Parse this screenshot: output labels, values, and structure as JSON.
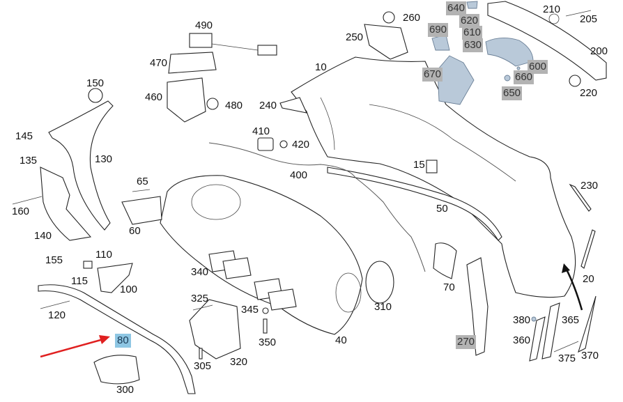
{
  "diagram": {
    "title": "Rear bumper exploded parts view",
    "highlight_color": "#8ec6e3",
    "grey_label_color": "#b3b3b3",
    "arrow_color": "#e02020",
    "selected_part": "80",
    "labels": [
      {
        "id": "10",
        "text": "10",
        "style": "plain"
      },
      {
        "id": "15",
        "text": "15",
        "style": "plain"
      },
      {
        "id": "20",
        "text": "20",
        "style": "plain"
      },
      {
        "id": "40",
        "text": "40",
        "style": "plain"
      },
      {
        "id": "50",
        "text": "50",
        "style": "plain"
      },
      {
        "id": "60",
        "text": "60",
        "style": "plain"
      },
      {
        "id": "65",
        "text": "65",
        "style": "plain"
      },
      {
        "id": "70",
        "text": "70",
        "style": "plain"
      },
      {
        "id": "80",
        "text": "80",
        "style": "selected"
      },
      {
        "id": "100",
        "text": "100",
        "style": "plain"
      },
      {
        "id": "110",
        "text": "110",
        "style": "plain"
      },
      {
        "id": "115",
        "text": "115",
        "style": "plain"
      },
      {
        "id": "120",
        "text": "120",
        "style": "plain"
      },
      {
        "id": "130",
        "text": "130",
        "style": "plain"
      },
      {
        "id": "135",
        "text": "135",
        "style": "plain"
      },
      {
        "id": "140",
        "text": "140",
        "style": "plain"
      },
      {
        "id": "145",
        "text": "145",
        "style": "plain"
      },
      {
        "id": "150",
        "text": "150",
        "style": "plain"
      },
      {
        "id": "155",
        "text": "155",
        "style": "plain"
      },
      {
        "id": "160",
        "text": "160",
        "style": "plain"
      },
      {
        "id": "200",
        "text": "200",
        "style": "plain"
      },
      {
        "id": "205",
        "text": "205",
        "style": "plain"
      },
      {
        "id": "210",
        "text": "210",
        "style": "plain"
      },
      {
        "id": "220",
        "text": "220",
        "style": "plain"
      },
      {
        "id": "230",
        "text": "230",
        "style": "plain"
      },
      {
        "id": "240",
        "text": "240",
        "style": "plain"
      },
      {
        "id": "250",
        "text": "250",
        "style": "plain"
      },
      {
        "id": "260",
        "text": "260",
        "style": "plain"
      },
      {
        "id": "270",
        "text": "270",
        "style": "grey"
      },
      {
        "id": "300",
        "text": "300",
        "style": "plain"
      },
      {
        "id": "305",
        "text": "305",
        "style": "plain"
      },
      {
        "id": "310",
        "text": "310",
        "style": "plain"
      },
      {
        "id": "320",
        "text": "320",
        "style": "plain"
      },
      {
        "id": "325",
        "text": "325",
        "style": "plain"
      },
      {
        "id": "340",
        "text": "340",
        "style": "plain"
      },
      {
        "id": "345",
        "text": "345",
        "style": "plain"
      },
      {
        "id": "350",
        "text": "350",
        "style": "plain"
      },
      {
        "id": "360",
        "text": "360",
        "style": "plain"
      },
      {
        "id": "365",
        "text": "365",
        "style": "plain"
      },
      {
        "id": "370",
        "text": "370",
        "style": "plain"
      },
      {
        "id": "375",
        "text": "375",
        "style": "plain"
      },
      {
        "id": "380",
        "text": "380",
        "style": "plain"
      },
      {
        "id": "400",
        "text": "400",
        "style": "plain"
      },
      {
        "id": "410",
        "text": "410",
        "style": "plain"
      },
      {
        "id": "420",
        "text": "420",
        "style": "plain"
      },
      {
        "id": "460",
        "text": "460",
        "style": "plain"
      },
      {
        "id": "470",
        "text": "470",
        "style": "plain"
      },
      {
        "id": "480",
        "text": "480",
        "style": "plain"
      },
      {
        "id": "490",
        "text": "490",
        "style": "plain"
      },
      {
        "id": "600",
        "text": "600",
        "style": "grey"
      },
      {
        "id": "610",
        "text": "610",
        "style": "grey"
      },
      {
        "id": "620",
        "text": "620",
        "style": "grey"
      },
      {
        "id": "630",
        "text": "630",
        "style": "grey"
      },
      {
        "id": "640",
        "text": "640",
        "style": "grey"
      },
      {
        "id": "650",
        "text": "650",
        "style": "grey"
      },
      {
        "id": "660",
        "text": "660",
        "style": "grey"
      },
      {
        "id": "670",
        "text": "670",
        "style": "grey"
      },
      {
        "id": "690",
        "text": "690",
        "style": "grey"
      }
    ]
  }
}
